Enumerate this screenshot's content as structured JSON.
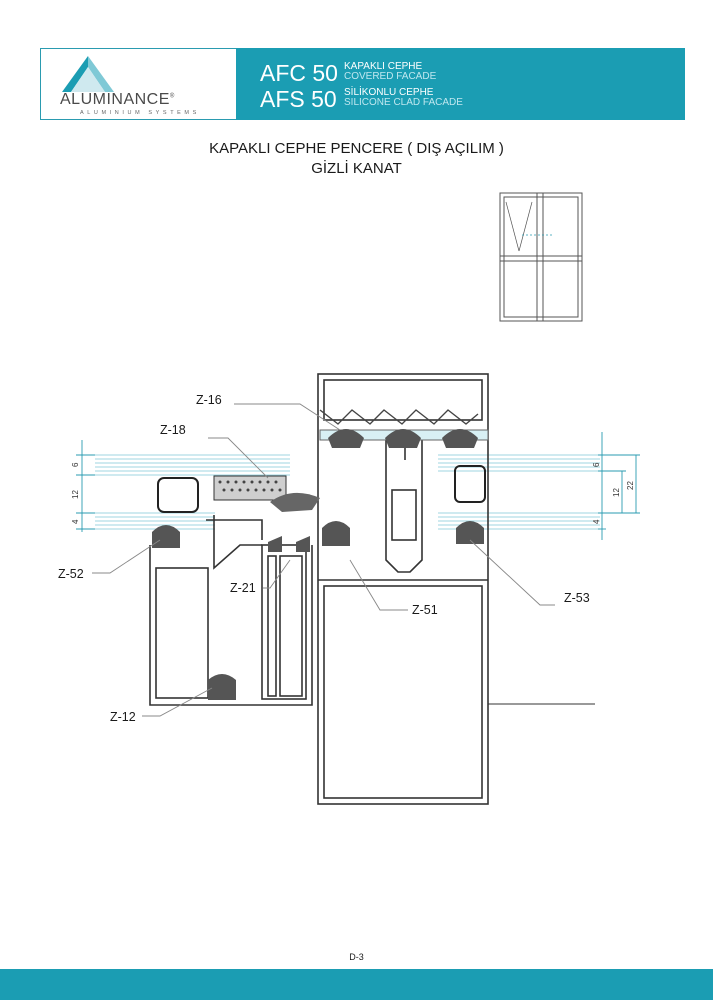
{
  "header": {
    "brand": "ALUMINANCE",
    "brand_tagline": "ALUMINIUM SYSTEMS",
    "registered_mark": "®",
    "systems": [
      {
        "code": "AFC 50",
        "name_tr": "KAPAKLI CEPHE",
        "name_en": "COVERED FACADE"
      },
      {
        "code": "AFS 50",
        "name_tr": "SİLİKONLU CEPHE",
        "name_en": "SILICONE CLAD FACADE"
      }
    ],
    "colors": {
      "accent": "#1b9db3",
      "border": "#2a9bb0"
    }
  },
  "title": {
    "line1": "KAPAKLI CEPHE PENCERE ( DIŞ AÇILIM  )",
    "line2": "GİZLİ KANAT"
  },
  "drawing": {
    "callouts": [
      "Z-16",
      "Z-18",
      "Z-52",
      "Z-21",
      "Z-51",
      "Z-53",
      "Z-12"
    ],
    "left_dims": [
      "6",
      "12",
      "4"
    ],
    "right_dims": [
      "6",
      "12",
      "4",
      "22"
    ]
  },
  "footer": {
    "page": "D-3"
  }
}
